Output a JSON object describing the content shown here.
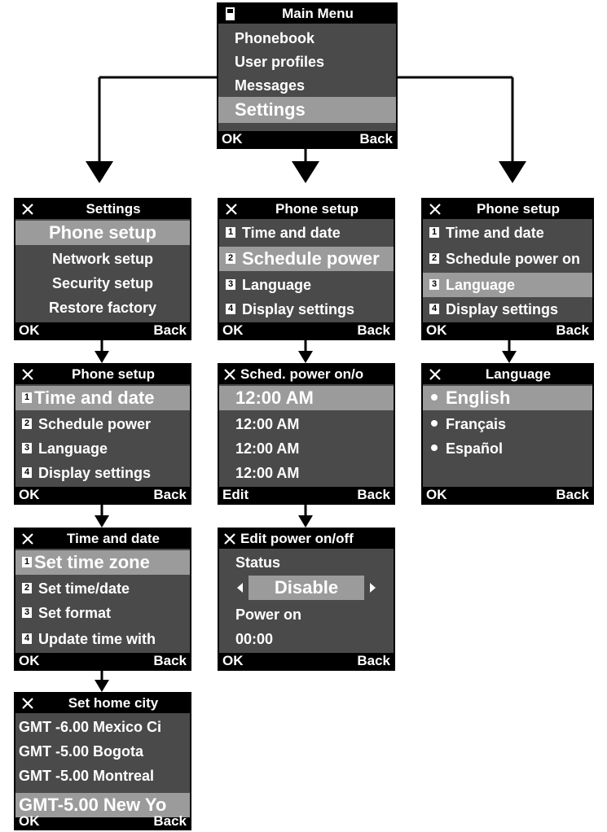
{
  "main_menu": {
    "title": "Main Menu",
    "items": [
      "Phonebook",
      "User profiles",
      "Messages",
      "Settings"
    ],
    "selected": 3,
    "ok": "OK",
    "back": "Back"
  },
  "settings": {
    "title": "Settings",
    "items": [
      "Phone setup",
      "Network setup",
      "Security setup",
      "Restore factory"
    ],
    "selected": 0,
    "ok": "OK",
    "back": "Back"
  },
  "phone_setup_schedule": {
    "title": "Phone setup",
    "items": [
      {
        "num": "1",
        "label": "Time and date"
      },
      {
        "num": "2",
        "label": "Schedule power"
      },
      {
        "num": "3",
        "label": "Language"
      },
      {
        "num": "4",
        "label": "Display settings"
      }
    ],
    "selected": 1,
    "ok": "OK",
    "back": "Back"
  },
  "phone_setup_language": {
    "title": "Phone setup",
    "items": [
      {
        "num": "1",
        "label": "Time and date"
      },
      {
        "num": "2",
        "label": "Schedule power on"
      },
      {
        "num": "3",
        "label": "Language"
      },
      {
        "num": "4",
        "label": "Display settings"
      }
    ],
    "selected": 2,
    "ok": "OK",
    "back": "Back"
  },
  "phone_setup_time": {
    "title": "Phone setup",
    "items": [
      {
        "num": "1",
        "label": "Time and date"
      },
      {
        "num": "2",
        "label": "Schedule power"
      },
      {
        "num": "3",
        "label": "Language"
      },
      {
        "num": "4",
        "label": "Display settings"
      }
    ],
    "selected": 0,
    "ok": "OK",
    "back": "Back"
  },
  "sched_power": {
    "title": "Sched. power on/o",
    "items": [
      "12:00 AM",
      "12:00 AM",
      "12:00 AM",
      "12:00 AM"
    ],
    "selected": 0,
    "ok": "Edit",
    "back": "Back"
  },
  "language": {
    "title": "Language",
    "items": [
      "English",
      "Français",
      "Español"
    ],
    "selected": 0,
    "ok": "OK",
    "back": "Back"
  },
  "time_and_date": {
    "title": "Time and date",
    "items": [
      {
        "num": "1",
        "label": "Set time zone"
      },
      {
        "num": "2",
        "label": "Set time/date"
      },
      {
        "num": "3",
        "label": "Set format"
      },
      {
        "num": "4",
        "label": "Update time with"
      }
    ],
    "selected": 0,
    "ok": "OK",
    "back": "Back"
  },
  "edit_power": {
    "title": "Edit power on/off",
    "status_label": "Status",
    "status_value": "Disable",
    "power_on_label": "Power on",
    "power_on_value": "00:00",
    "ok": "OK",
    "back": "Back"
  },
  "set_home_city": {
    "title": "Set home city",
    "items": [
      "GMT -6.00 Mexico Ci",
      "GMT -5.00 Bogota",
      "GMT -5.00 Montreal",
      "GMT-5.00 New Yo"
    ],
    "selected": 3,
    "ok": "OK",
    "back": "Back"
  },
  "colors": {
    "screen_bg": "#4a4a4a",
    "highlight": "#9b9b9b",
    "frame": "#000000",
    "text": "#ffffff"
  }
}
